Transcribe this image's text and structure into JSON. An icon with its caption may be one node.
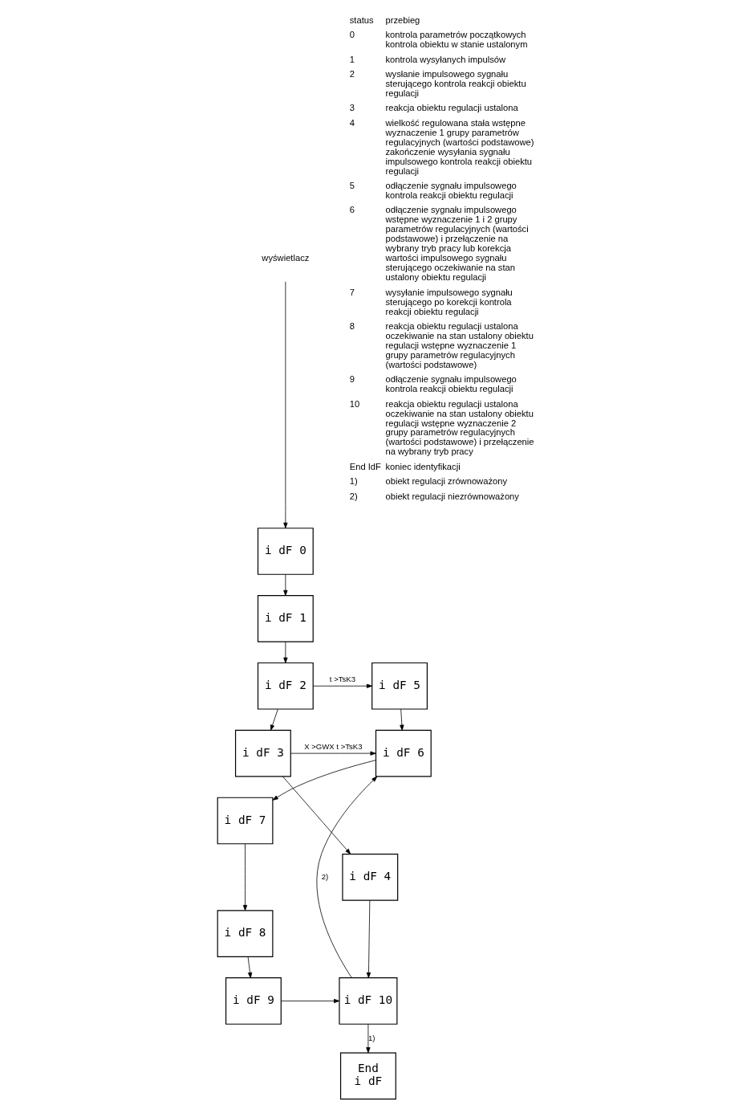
{
  "diagram": {
    "nodes": [
      {
        "text": [
          "wyświetlacz"
        ]
      },
      {
        "text": [
          "i dF 0"
        ]
      },
      {
        "text": [
          "i dF 1"
        ]
      },
      {
        "text": [
          "i dF 2"
        ]
      },
      {
        "text": [
          "i dF 5"
        ]
      },
      {
        "text": [
          "i dF 3"
        ]
      },
      {
        "text": [
          "i dF 6"
        ]
      },
      {
        "text": [
          "i dF 4"
        ]
      },
      {
        "text": [
          "i dF 7"
        ]
      },
      {
        "text": [
          "i dF 8"
        ]
      },
      {
        "text": [
          "i dF 10"
        ]
      },
      {
        "text": [
          "i dF 9"
        ]
      },
      {
        "text": [
          "End",
          "i dF"
        ]
      }
    ],
    "edges": [
      {
        "from": 0,
        "to": 1,
        "arrow": "to"
      },
      {
        "from": 1,
        "to": 2,
        "arrow": "to"
      },
      {
        "from": 2,
        "to": 3,
        "arrow": "to"
      },
      {
        "from": 3,
        "to": 4,
        "arrow": "to",
        "label": "t >TsK3"
      },
      {
        "from": 3,
        "to": 5,
        "arrow": "to"
      },
      {
        "from": 4,
        "to": 6,
        "arrow": "to"
      },
      {
        "from": 5,
        "to": 6,
        "arrow": "to",
        "label": "X >GWX t >TsK3"
      },
      {
        "from": 5,
        "to": 7,
        "arrow": "to"
      },
      {
        "from": 6,
        "to": 8,
        "arrow": "to"
      },
      {
        "from": 8,
        "to": 9,
        "arrow": "to"
      },
      {
        "from": 9,
        "to": 11,
        "arrow": "to"
      },
      {
        "from": 11,
        "to": 10,
        "arrow": "to"
      },
      {
        "from": 7,
        "to": 10,
        "arrow": "to"
      },
      {
        "from": 10,
        "to": 12,
        "arrow": "to",
        "label": "1)"
      },
      {
        "from": 10,
        "to": 6,
        "arrow": "to",
        "label": "2)"
      }
    ],
    "labels": [
      "status",
      "przebieg",
      "0",
      "kontrola parametrów początkowych kontrola obiektu w stanie ustalonym",
      "1",
      "kontrola wysyłanych impulsów",
      "2",
      "wysłanie impulsowego sygnału sterującego kontrola reakcji obiektu regulacji",
      "3",
      "reakcja obiektu regulacji ustalona",
      "4",
      "wielkość regulowana stała wstępne wyznaczenie 1 grupy parametrów regulacyjnych (wartości podstawowe) zakończenie wysyłania sygnału impulsowego kontrola reakcji obiektu regulacji",
      "5",
      "odłączenie sygnału impulsowego kontrola reakcji obiektu regulacji",
      "6",
      "odłączenie sygnału impulsowego wstępne wyznaczenie 1 i 2 grupy parametrów regulacyjnych (wartości podstawowe) i przełączenie na wybrany tryb pracy lub korekcja wartości impulsowego sygnału sterującego oczekiwanie na stan ustalony obiektu regulacji",
      "7",
      "wysyłanie impulsowego sygnału sterującego po korekcji kontrola reakcji obiektu regulacji",
      "8",
      "reakcja obiektu regulacji ustalona oczekiwanie na stan ustalony obiektu regulacji wstępne wyznaczenie 1 grupy parametrów regulacyjnych (wartości podstawowe)",
      "9",
      "odłączenie sygnału impulsowego kontrola reakcji obiektu regulacji",
      "10",
      "reakcja obiektu regulacji ustalona oczekiwanie na stan ustalony obiektu regulacji wstępne wyznaczenie 2 grupy parametrów regulacyjnych (wartości podstawowe) i przełączenie na wybrany tryb pracy",
      "End IdF",
      "koniec identyfikacji",
      "1)",
      "obiekt regulacji zrównoważony",
      "2)",
      "obiekt regulacji niezrównoważony"
    ]
  }
}
